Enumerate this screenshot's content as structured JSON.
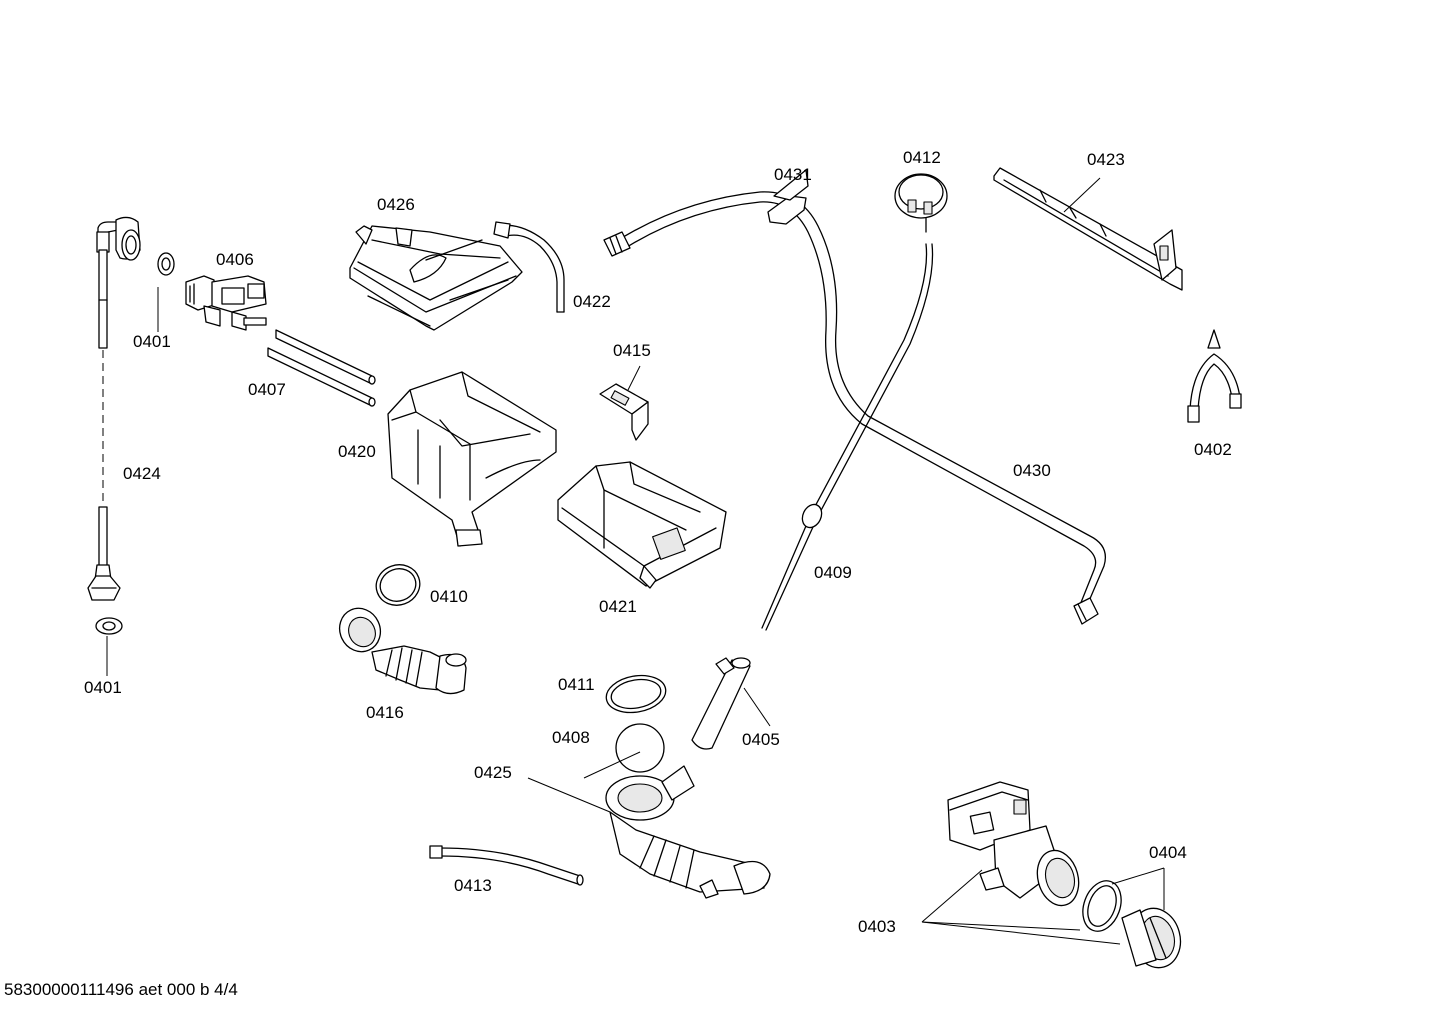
{
  "document": {
    "footer_id": "58300000111496 aet 000 b 4/4"
  },
  "callouts": {
    "c0401a": "0401",
    "c0401b": "0401",
    "c0402": "0402",
    "c0403": "0403",
    "c0404": "0404",
    "c0405": "0405",
    "c0406": "0406",
    "c0407": "0407",
    "c0408": "0408",
    "c0409": "0409",
    "c0410": "0410",
    "c0411": "0411",
    "c0412": "0412",
    "c0413": "0413",
    "c0415": "0415",
    "c0416": "0416",
    "c0420": "0420",
    "c0421": "0421",
    "c0422": "0422",
    "c0423": "0423",
    "c0424": "0424",
    "c0425": "0425",
    "c0426": "0426",
    "c0430": "0430",
    "c0431": "0431"
  }
}
